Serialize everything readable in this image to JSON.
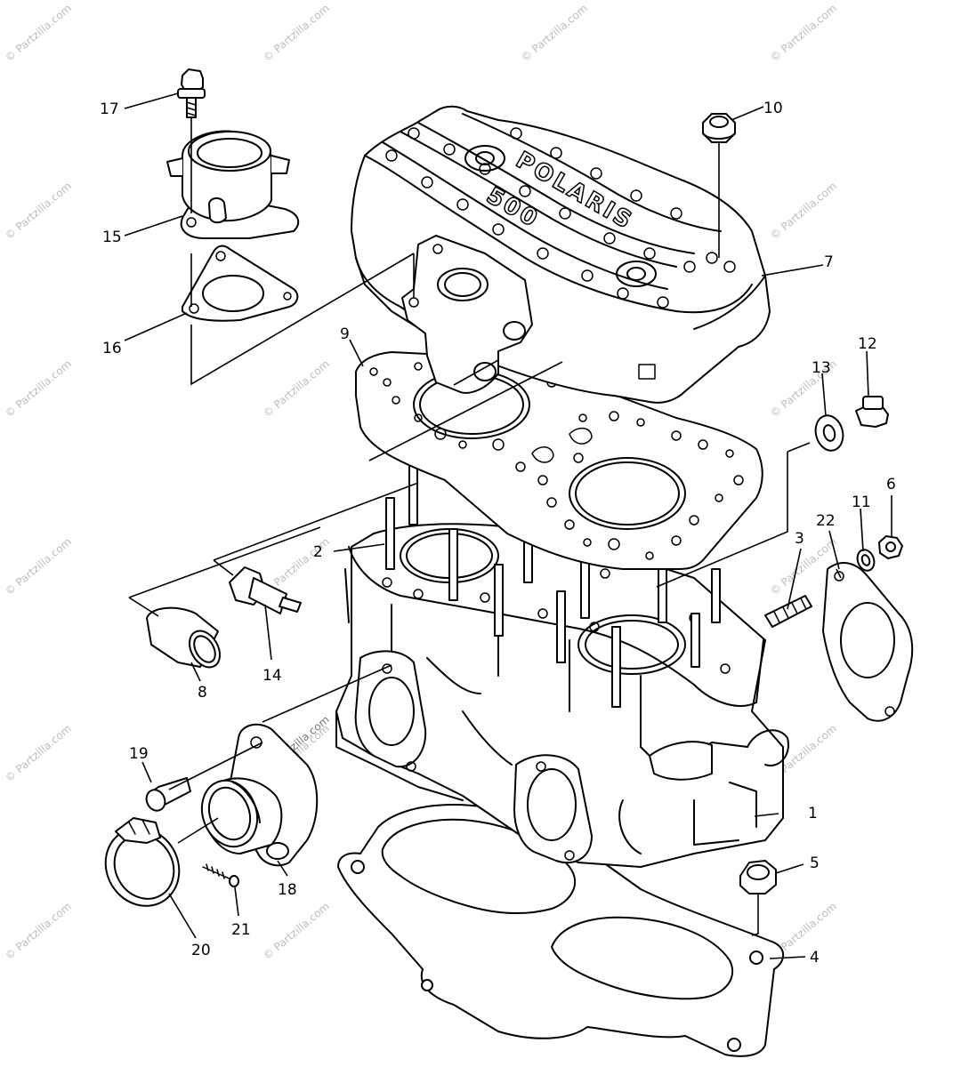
{
  "diagram": {
    "part_numbers": [
      "1",
      "2",
      "3",
      "4",
      "5",
      "6",
      "7",
      "8",
      "9",
      "10",
      "11",
      "12",
      "13",
      "14",
      "15",
      "16",
      "17",
      "18",
      "19",
      "20",
      "21",
      "22"
    ],
    "head_cover_lettering": [
      "POLARIS",
      "500"
    ],
    "watermark": "© Partzilla.com"
  }
}
